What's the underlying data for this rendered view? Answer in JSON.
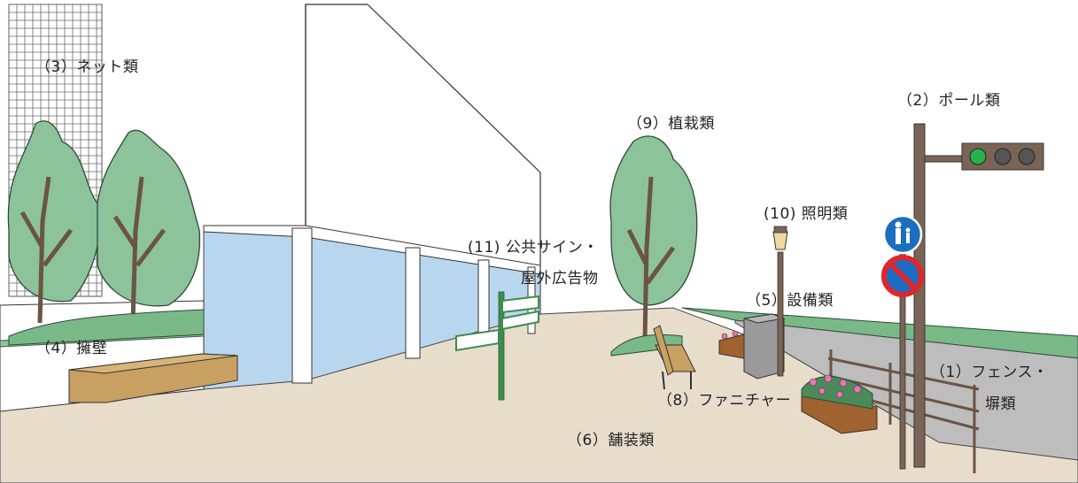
{
  "labels": {
    "fence": "（1）フェンス・",
    "fence2": "塀類",
    "pole": "（2）ポール類",
    "net": "（3）ネット類",
    "retaining_wall": "（4）擁壁",
    "equipment": "（5）設備類",
    "pavement": "（6）舗装類",
    "furniture": "（8）ファニチャー",
    "planting": "（9）植栽類",
    "lighting": "(10) 照明類",
    "sign": "(11) 公共サイン・",
    "sign2": "屋外広告物"
  },
  "colors": {
    "ground": "#e8dccb",
    "wall_blue": "#b9d6ef",
    "grass": "#79b987",
    "tree_foliage": "#8cc39a",
    "tree_trunk": "#6b5444",
    "pole_brown": "#7a6455",
    "sign_blue": "#1a6fc0",
    "sign_red": "#e0262b",
    "light_green": "#28b14b",
    "bench_wood": "#c8a062",
    "fence_gray": "#bdbdbd",
    "sign_post_green": "#3e8c4e"
  }
}
